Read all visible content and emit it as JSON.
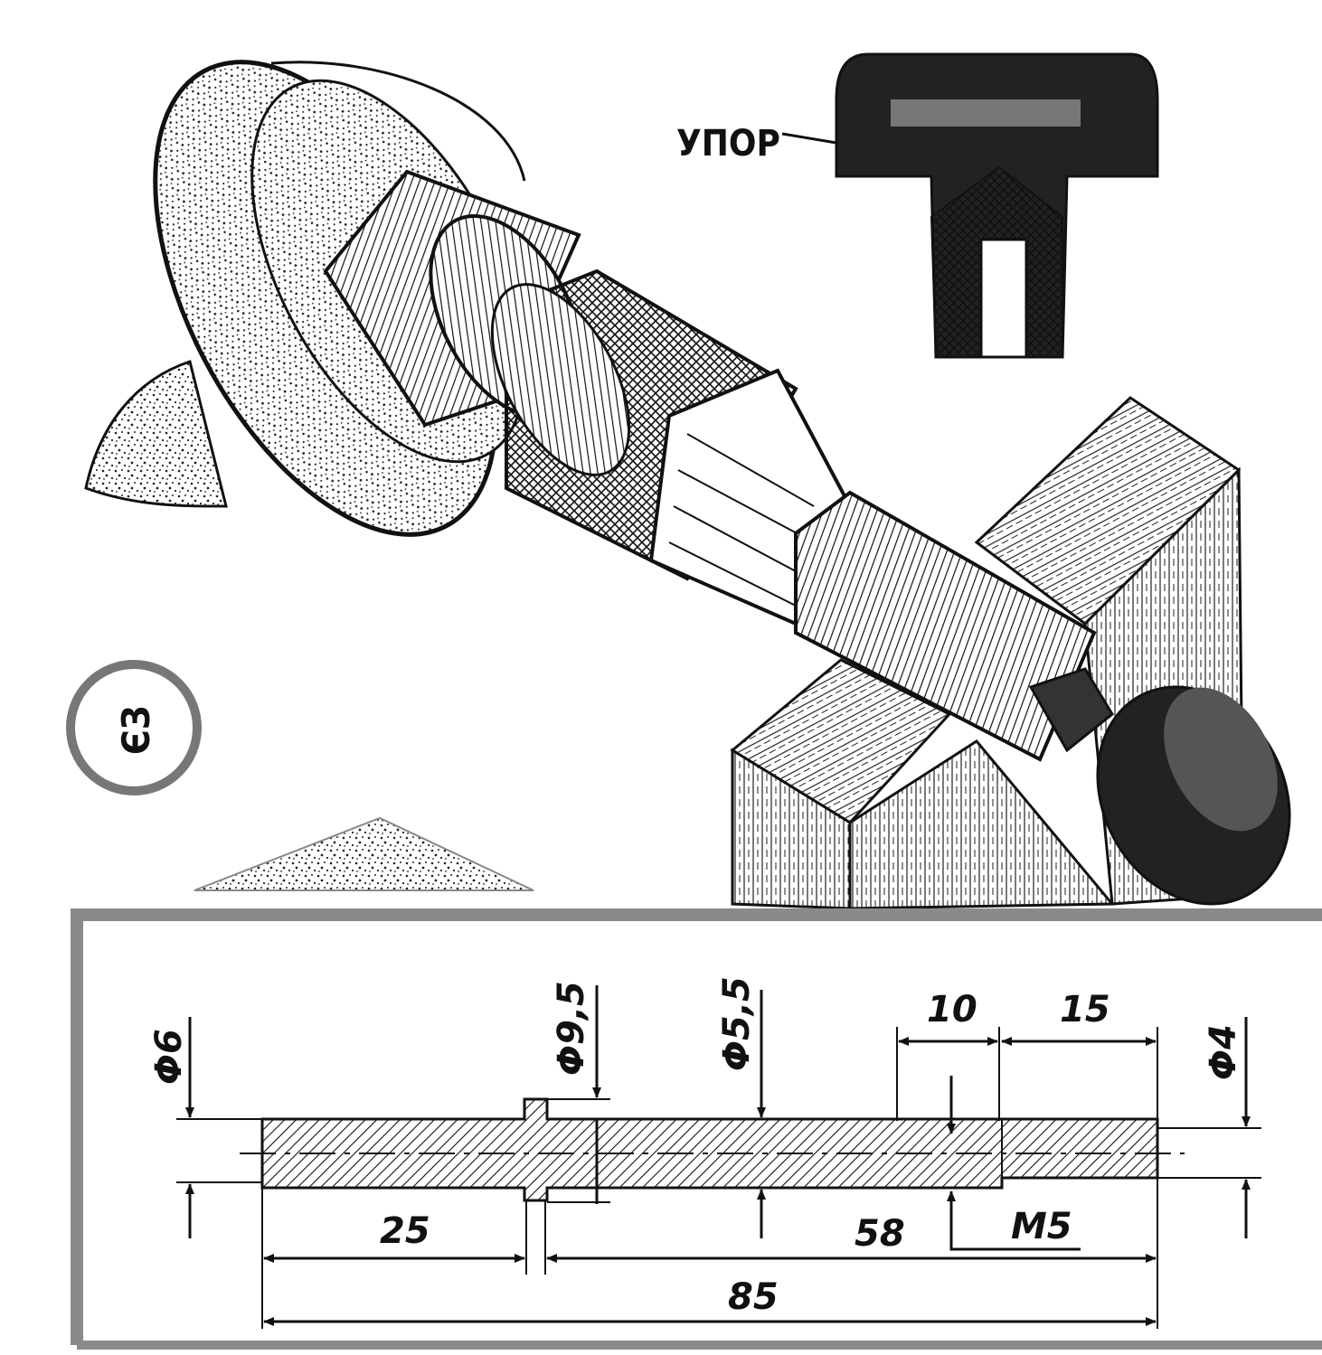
{
  "illustration": {
    "callout_label": "УПОР",
    "ring_text": "ЄЗ"
  },
  "drawing": {
    "dims": {
      "d6": "Φ6",
      "d95": "Φ9,5",
      "d55": "Φ5,5",
      "d4": "Φ4",
      "l10": "10",
      "l15": "15",
      "l25": "25",
      "l58": "58",
      "l85": "85",
      "thread": "M5"
    }
  },
  "colors": {
    "ink": "#111111",
    "frame": "#8a8a8a",
    "paper": "#ffffff"
  }
}
